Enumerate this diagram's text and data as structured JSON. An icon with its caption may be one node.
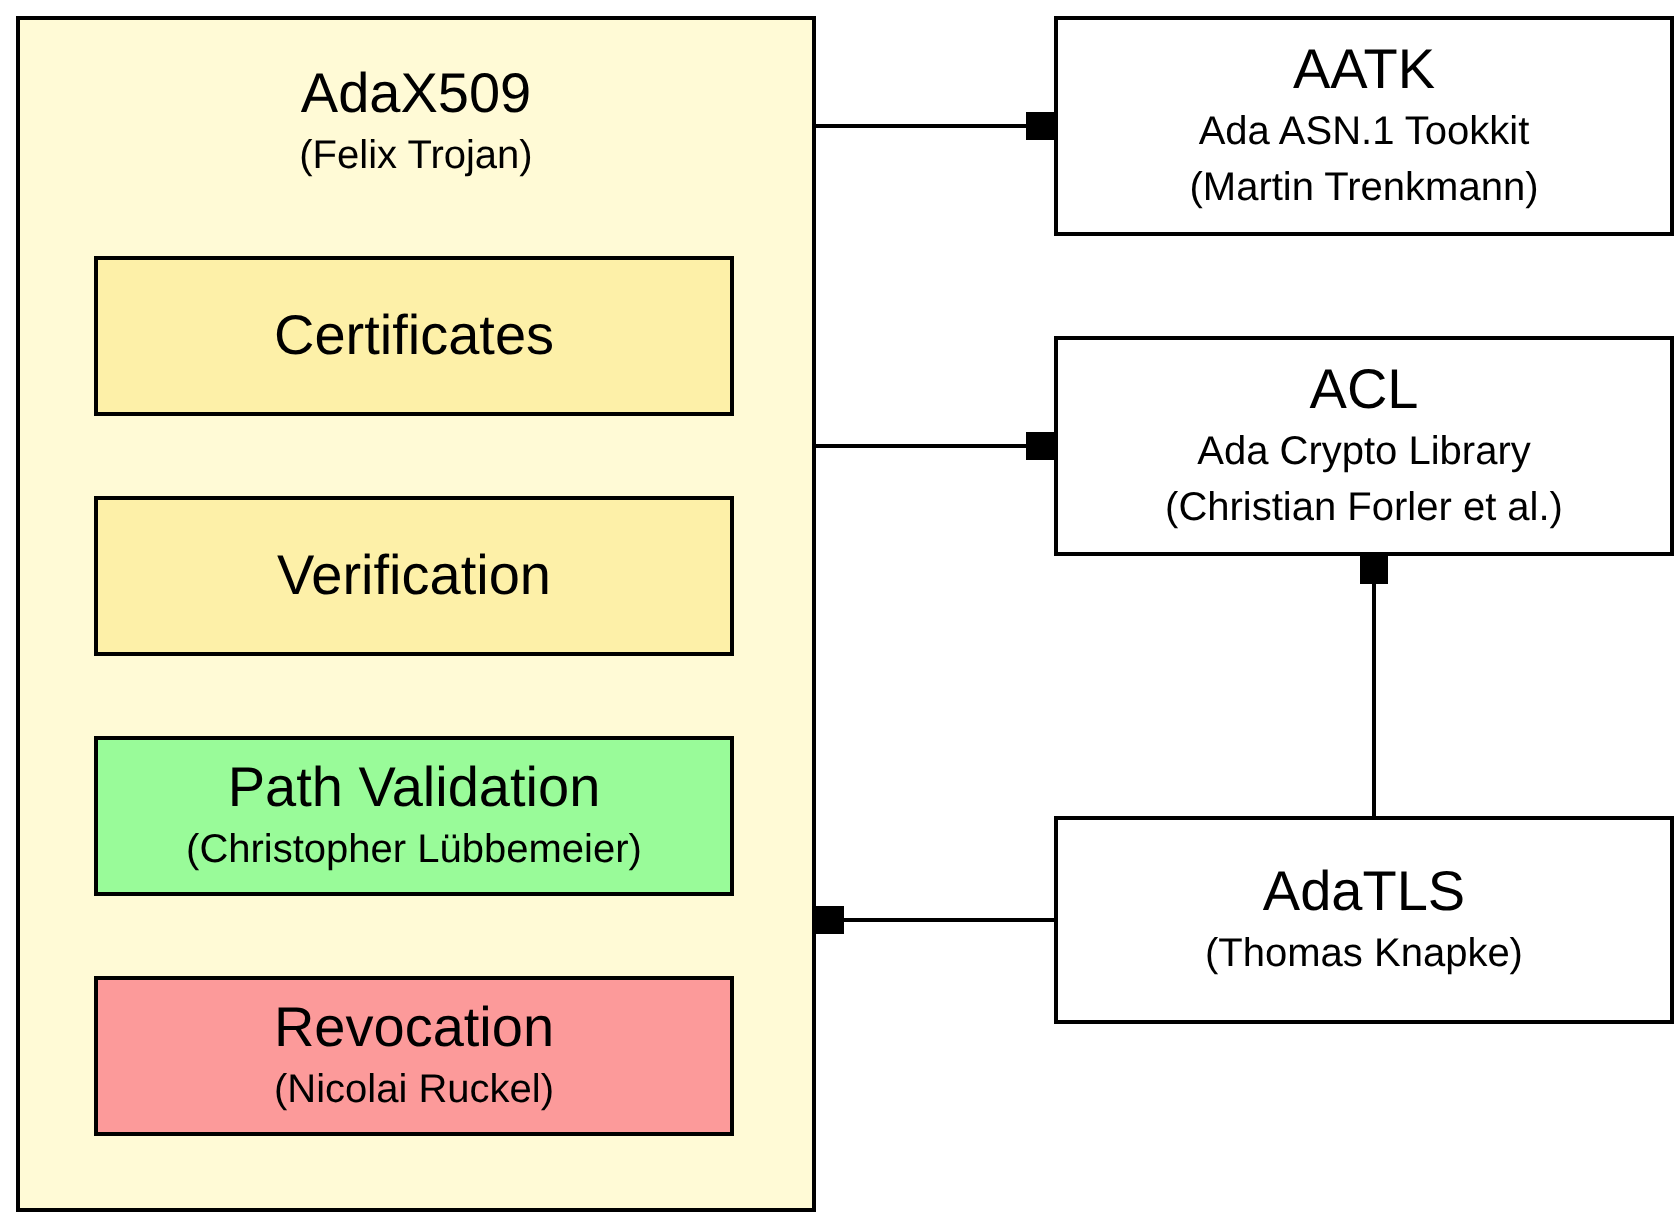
{
  "diagram": {
    "nodes": [
      {
        "text": [
          "AdaX509",
          "(Felix Trojan)"
        ]
      },
      {
        "text": [
          "Certificates"
        ],
        "in": 0
      },
      {
        "text": [
          "Verification"
        ],
        "in": 0
      },
      {
        "text": [
          "Path Validation",
          "(Christopher Lübbemeier)"
        ],
        "in": 0
      },
      {
        "text": [
          "Revocation",
          "(Nicolai Ruckel)"
        ],
        "in": 0
      },
      {
        "text": [
          "AATK",
          "Ada ASN.1 Tookkit",
          "(Martin Trenkmann)"
        ]
      },
      {
        "text": [
          "ACL",
          "Ada Crypto Library",
          "(Christian Forler et al.)"
        ]
      },
      {
        "text": [
          "AdaTLS",
          "(Thomas Knapke)"
        ]
      }
    ],
    "edges": [
      {
        "from": 0,
        "to": 5,
        "arrow": "other"
      },
      {
        "from": 0,
        "to": 6,
        "arrow": "other"
      },
      {
        "from": 7,
        "to": 6,
        "arrow": "other"
      },
      {
        "from": 7,
        "to": 0,
        "arrow": "other"
      }
    ]
  }
}
